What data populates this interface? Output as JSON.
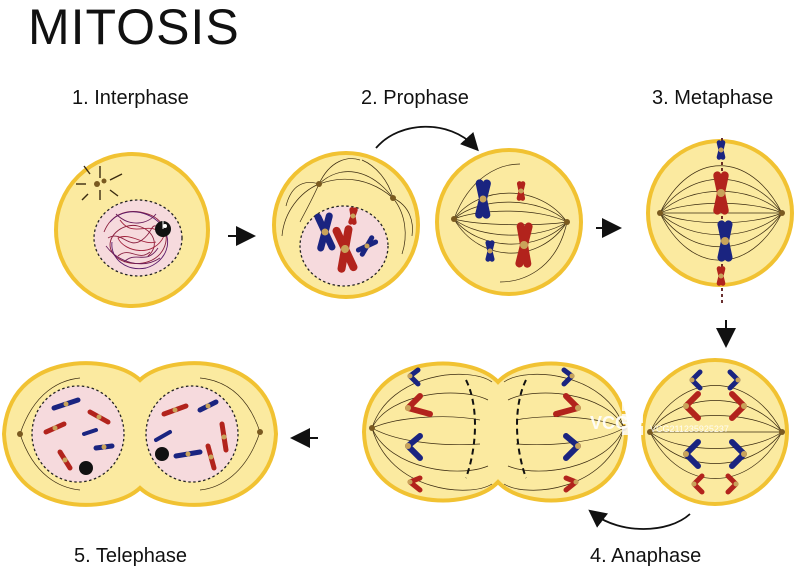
{
  "title": "MITOSIS",
  "stages": [
    {
      "number": 1,
      "label": "1. Interphase"
    },
    {
      "number": 2,
      "label": "2. Prophase"
    },
    {
      "number": 3,
      "label": "3. Metaphase"
    },
    {
      "number": 4,
      "label": "4. Anaphase"
    },
    {
      "number": 5,
      "label": "5. Telephase"
    }
  ],
  "watermark": {
    "logo_text": "VCG",
    "id_text": "VCG211235925237"
  },
  "colors": {
    "cell_fill": "#fbeaa0",
    "cell_stroke": "#f1c232",
    "nucleus_fill": "#f6dadd",
    "chromosome_blue": "#1a2480",
    "chromosome_red": "#b2231c",
    "centromere": "#c9a35a",
    "spindle": "#3a2a10",
    "arrow": "#111111"
  }
}
